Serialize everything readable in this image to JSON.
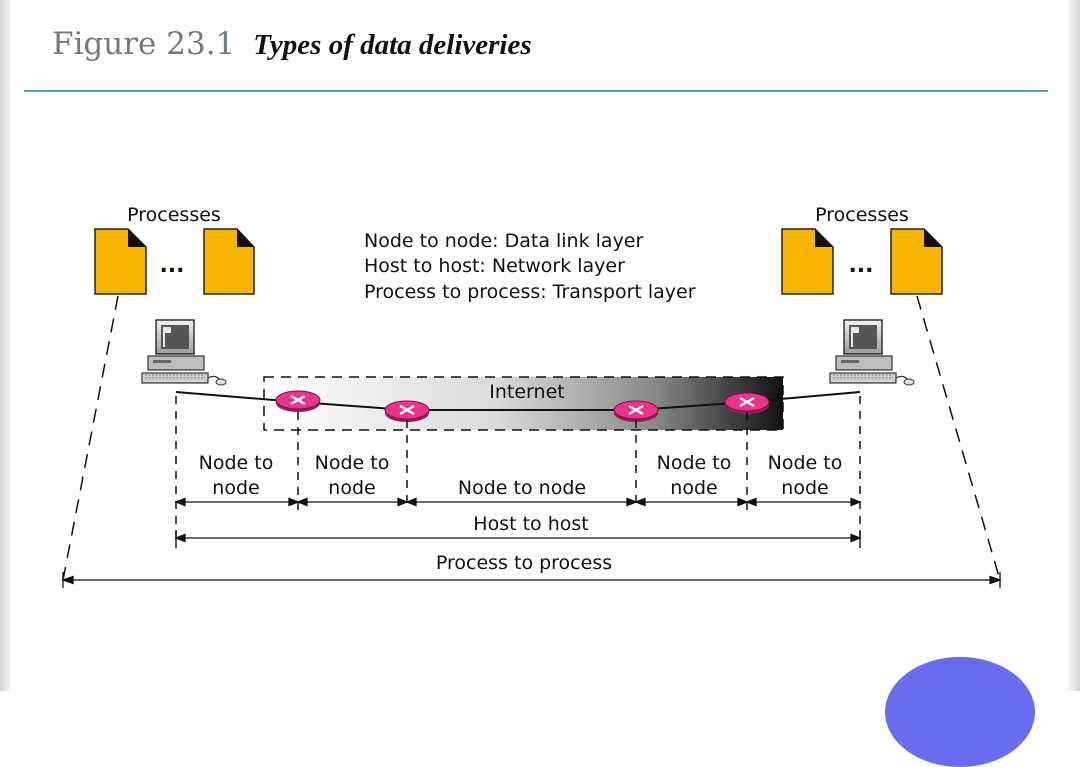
{
  "figure": {
    "number": "Figure 23.1",
    "caption": "Types of data deliveries"
  },
  "legend": {
    "line1": "Node to node: Data link layer",
    "line2": "Host to host: Network layer",
    "line3": "Process to process: Transport layer"
  },
  "left_processes_label": "Processes",
  "right_processes_label": "Processes",
  "ellipsis": "...",
  "internet_label": "Internet",
  "segments": {
    "seg1": [
      "Node to",
      "node"
    ],
    "seg2": [
      "Node to",
      "node"
    ],
    "seg3": "Node to node",
    "seg4": [
      "Node to",
      "node"
    ],
    "seg5": [
      "Node to",
      "node"
    ]
  },
  "host_to_host": "Host to host",
  "process_to_process": "Process to process",
  "colors": {
    "document": "#f7b500",
    "router": "#e8358a",
    "rule": "#4a9cc6"
  }
}
